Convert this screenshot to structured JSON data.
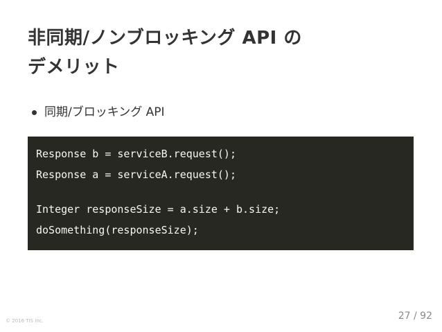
{
  "slide": {
    "title_lines": [
      "非同期/ノンブロッキング API の",
      "デメリット"
    ],
    "bullets": [
      "同期/ブロッキング API"
    ],
    "code": {
      "lines": [
        "Response b = serviceB.request();",
        "Response a = serviceA.request();",
        "",
        "Integer responseSize = a.size + b.size;",
        "doSomething(responseSize);"
      ],
      "background": "#272822",
      "text_color": "#f8f8f2"
    },
    "footer": {
      "copyright": "© 2016 TIS Inc.",
      "page_number": "27 / 92"
    }
  }
}
